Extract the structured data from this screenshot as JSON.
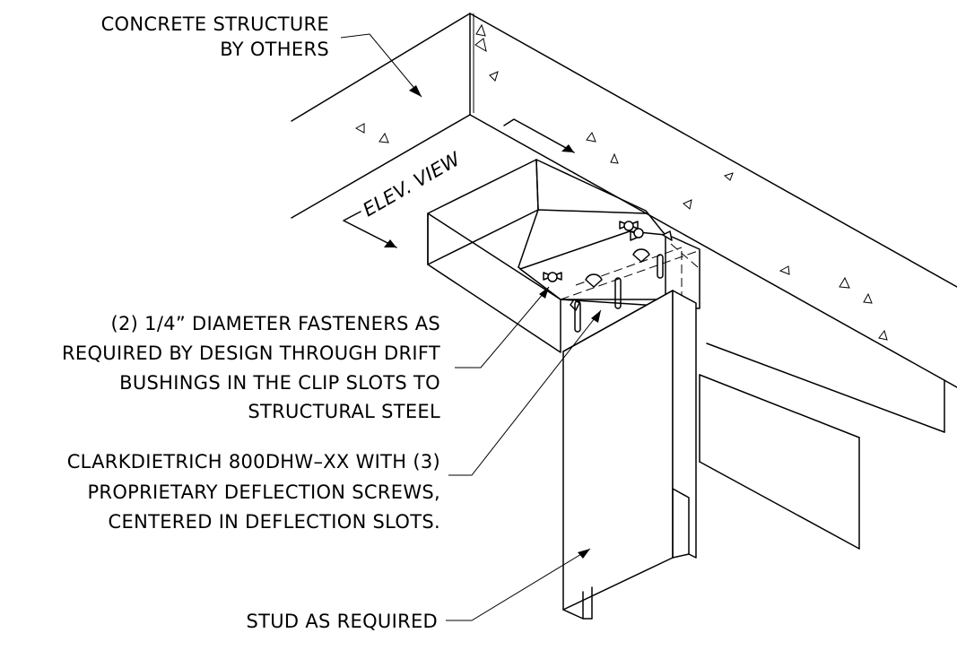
{
  "labels": {
    "concrete": [
      "CONCRETE STRUCTURE",
      "BY OTHERS"
    ],
    "elev_view": "ELEV. VIEW",
    "fasteners": [
      "(2) 1/4” DIAMETER FASTENERS AS",
      "REQUIRED BY DESIGN THROUGH DRIFT",
      "BUSHINGS IN THE CLIP SLOTS TO",
      "STRUCTURAL STEEL"
    ],
    "clip": [
      "CLARKDIETRICH 800DHW–XX WITH (3)",
      "PROPRIETARY DEFLECTION SCREWS,",
      "CENTERED IN DEFLECTION SLOTS."
    ],
    "stud": "STUD AS REQUIRED"
  }
}
